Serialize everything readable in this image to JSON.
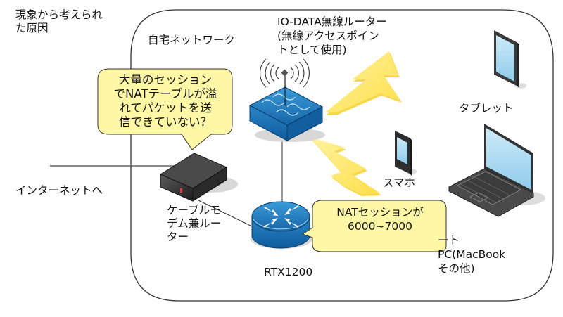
{
  "title": "現象から考えられ\nた原因",
  "network_label": "自宅ネットワーク",
  "internet_label": "インターネットへ",
  "devices": {
    "wifi_router": {
      "label": "IO-DATA無線ルーター\n(無線アクセスポイン\nトとして使用)",
      "icon": "wireless-router-icon"
    },
    "tablet": {
      "label": "タブレット",
      "icon": "tablet-icon"
    },
    "smartphone": {
      "label": "スマホ",
      "icon": "smartphone-icon"
    },
    "laptop": {
      "label": "ノートPC(MacBookその他)",
      "visible_label": "ート\nPC(MacBook\nその他)",
      "icon": "laptop-icon"
    },
    "cable_modem": {
      "label": "ケーブルモ\nデム兼ルー\nター",
      "icon": "cable-modem-icon"
    },
    "rtx1200": {
      "label": "RTX1200",
      "icon": "router-icon"
    }
  },
  "callouts": [
    {
      "id": "nat-table-overflow",
      "text": "大量のセッション\nでNATテーブルが溢\nれてパケットを送\n信できていない？"
    },
    {
      "id": "nat-session-count",
      "text": "NATセッションが\n6000~7000"
    }
  ],
  "colors": {
    "callout_fill": "#fdf7a6",
    "callout_stroke": "#333333",
    "lightning": "#fde96a",
    "router_blue": "#1c74b8",
    "device_dark": "#3a3a3a",
    "screen_blue": "#a8d8f0",
    "container_stroke": "#333333"
  }
}
